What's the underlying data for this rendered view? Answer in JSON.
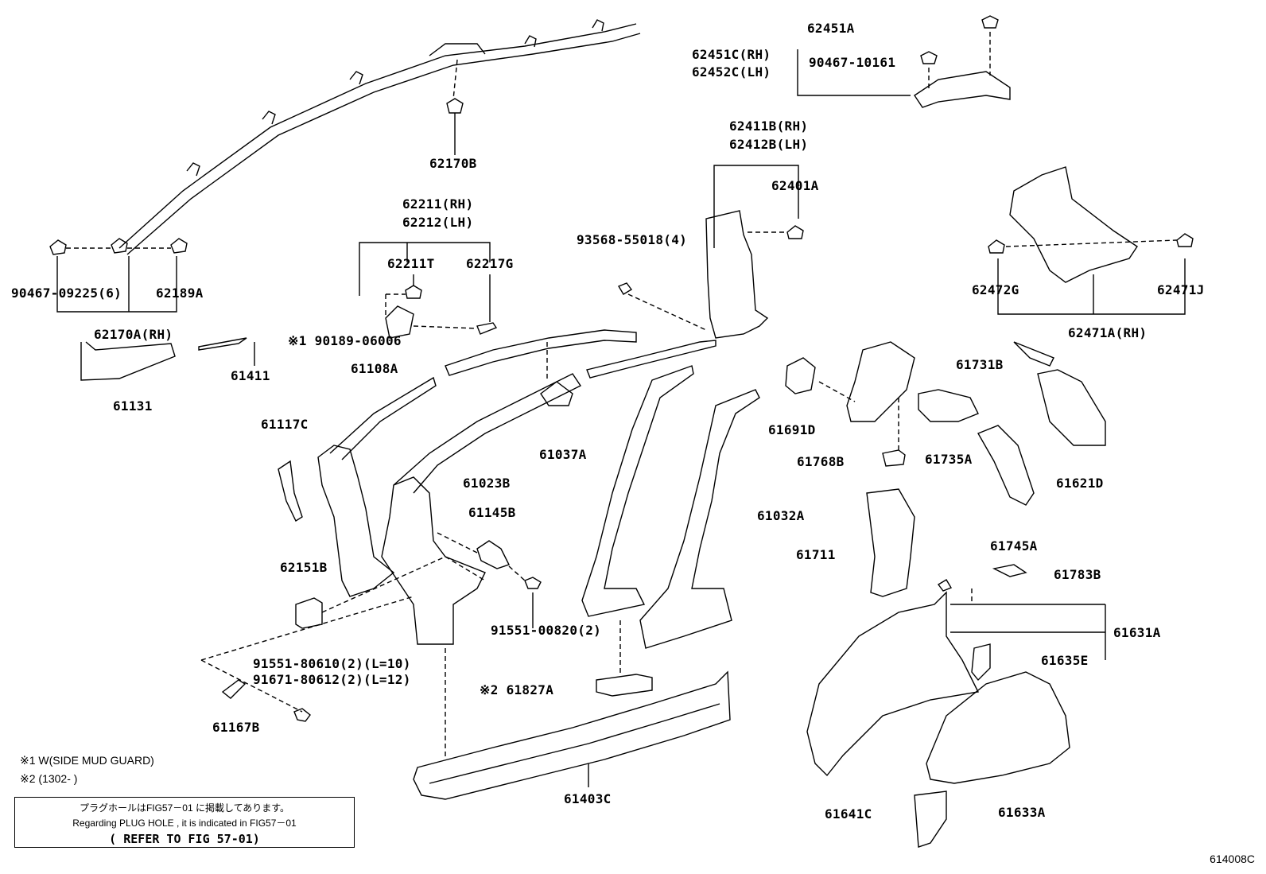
{
  "labels": {
    "p62451A": "62451A",
    "p62451C": "62451C(RH)",
    "p62452C": "62452C(LH)",
    "p9046710161": "90467-10161",
    "p62170B": "62170B",
    "p62411B": "62411B(RH)",
    "p62412B": "62412B(LH)",
    "p62401A": "62401A",
    "p9356855018": "93568-55018(4)",
    "p62211": "62211(RH)",
    "p62212": "62212(LH)",
    "p62211T": "62211T",
    "p62217G": "62217G",
    "p9046709225": "90467-09225(6)",
    "p62189A": "62189A",
    "p62170A": "62170A(RH)",
    "p90189": "※1 90189-06006",
    "p61411": "61411",
    "p61131": "61131",
    "p61108A": "61108A",
    "p61117C": "61117C",
    "p61023B": "61023B",
    "p61037A": "61037A",
    "p61145B": "61145B",
    "p61032A": "61032A",
    "p62151B": "62151B",
    "p9155100820": "91551-00820(2)",
    "p9155180610": "91551-80610(2)(L=10)",
    "p9167180612": "91671-80612(2)(L=12)",
    "p61167B": "61167B",
    "p61827A": "※2 61827A",
    "p61403C": "61403C",
    "p62472G": "62472G",
    "p62471J": "62471J",
    "p62471A": "62471A(RH)",
    "p61731B": "61731B",
    "p61691D": "61691D",
    "p61768B": "61768B",
    "p61735A": "61735A",
    "p61621D": "61621D",
    "p61711": "61711",
    "p61745A": "61745A",
    "p61783B": "61783B",
    "p61631A": "61631A",
    "p61635E": "61635E",
    "p61641C": "61641C",
    "p61633A": "61633A"
  },
  "notes": {
    "n1": "※1 W(SIDE MUD GUARD)",
    "n2": "※2 (1302-        )"
  },
  "reference": {
    "line1": "プラグホールはFIG57－01 に掲載してあります。",
    "line2": "Regarding PLUG HOLE , it is indicated in FIG57－01",
    "line3": "( REFER TO FIG 57-01)"
  },
  "figure_code": "614008C"
}
